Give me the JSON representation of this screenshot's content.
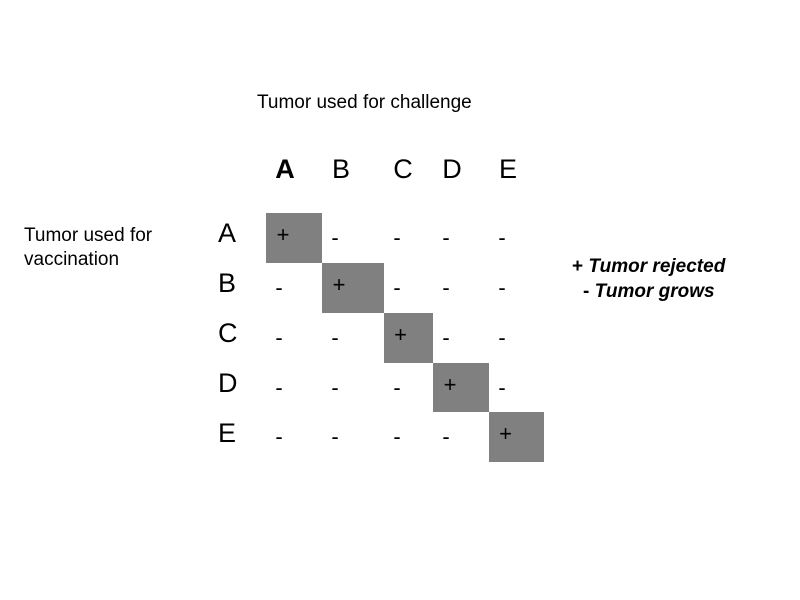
{
  "column_axis_title": "Tumor used for challenge",
  "row_axis_title": {
    "line1": "Tumor used for",
    "line2": "vaccination"
  },
  "columns": [
    {
      "label": "A",
      "bold": true
    },
    {
      "label": "B",
      "bold": false
    },
    {
      "label": "C",
      "bold": false
    },
    {
      "label": "D",
      "bold": false
    },
    {
      "label": "E",
      "bold": false
    }
  ],
  "rows": [
    {
      "label": "A",
      "cells": [
        "+",
        "-",
        "-",
        "-",
        "-"
      ]
    },
    {
      "label": "B",
      "cells": [
        "-",
        "+",
        "-",
        "-",
        "-"
      ]
    },
    {
      "label": "C",
      "cells": [
        "-",
        "-",
        "+",
        "-",
        "-"
      ]
    },
    {
      "label": "D",
      "cells": [
        "-",
        "-",
        "-",
        "+",
        "-"
      ]
    },
    {
      "label": "E",
      "cells": [
        "-",
        "-",
        "-",
        "-",
        "+"
      ]
    }
  ],
  "legend": [
    {
      "symbol": "+",
      "text": "Tumor rejected"
    },
    {
      "symbol": "-",
      "text": "Tumor grows"
    }
  ],
  "colors": {
    "highlight": "#808080",
    "text": "#000000",
    "background": "#ffffff"
  }
}
